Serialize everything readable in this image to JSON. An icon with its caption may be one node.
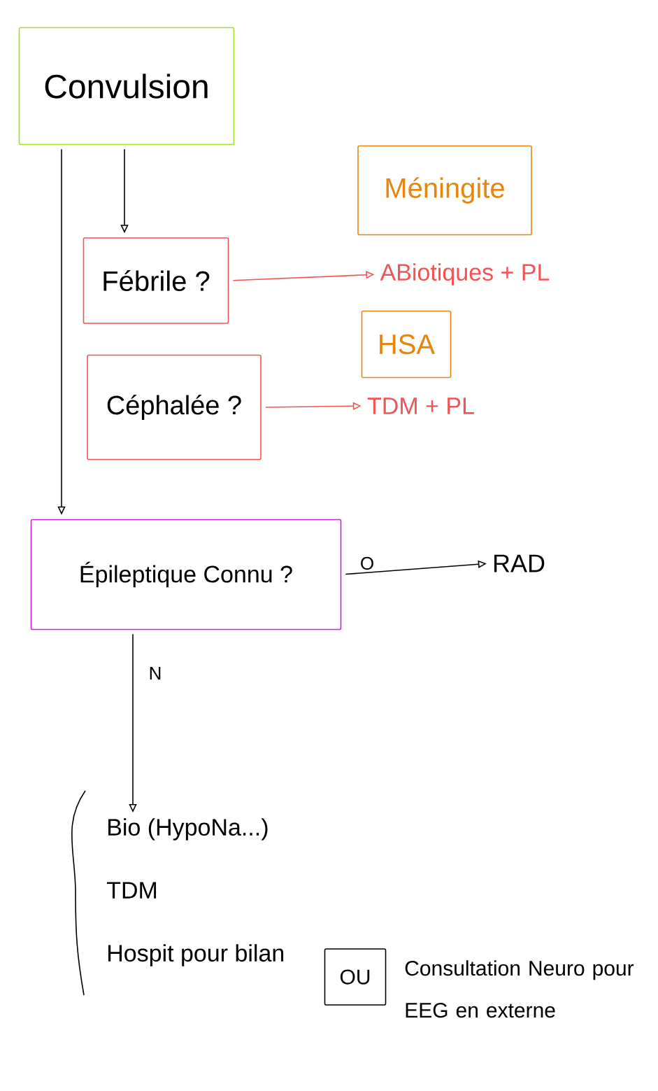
{
  "diagram": {
    "nodes": [
      {
        "text": [
          "Convulsion"
        ]
      },
      {
        "text": [
          "Fébrile ?"
        ]
      },
      {
        "text": [
          "Méningite"
        ]
      },
      {
        "text": [
          "ABiotiques + PL"
        ]
      },
      {
        "text": [
          "Céphalée ?"
        ]
      },
      {
        "text": [
          "HSA"
        ]
      },
      {
        "text": [
          "TDM + PL"
        ]
      },
      {
        "text": [
          "Épileptique Connu ?"
        ]
      },
      {
        "text": [
          "RAD"
        ]
      },
      {
        "text": [
          "Bio (HypoNa...)",
          "TDM",
          "Hospit pour bilan"
        ]
      },
      {
        "text": [
          "OU"
        ]
      }
    ],
    "edges": [
      {
        "from": 0,
        "to": 1,
        "arrow": "to"
      },
      {
        "from": 0,
        "to": 7,
        "arrow": "to"
      },
      {
        "from": 1,
        "to": 3,
        "arrow": "to",
        "color": "#f05555"
      },
      {
        "from": 4,
        "to": 6,
        "arrow": "to",
        "color": "#f05555"
      },
      {
        "from": 7,
        "to": 8,
        "arrow": "to",
        "label": "O"
      },
      {
        "from": 7,
        "to": 9,
        "arrow": "to",
        "label": "N"
      }
    ],
    "labels": [
      "Consultation Neuro pour EEG en externe"
    ]
  }
}
